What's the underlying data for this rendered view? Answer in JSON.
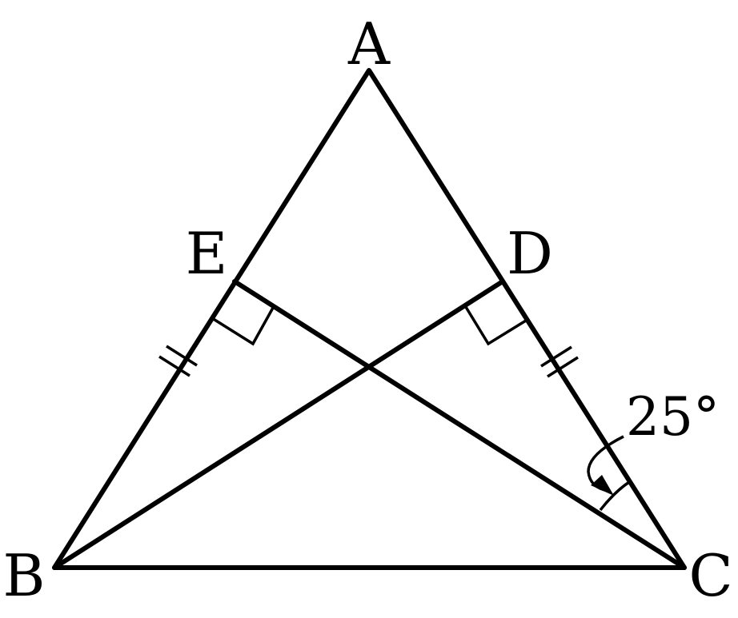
{
  "diagram": {
    "points": {
      "A": "A",
      "B": "B",
      "C": "C",
      "D": "D",
      "E": "E"
    },
    "angle_label": "25°",
    "stroke_color": "#000000"
  }
}
